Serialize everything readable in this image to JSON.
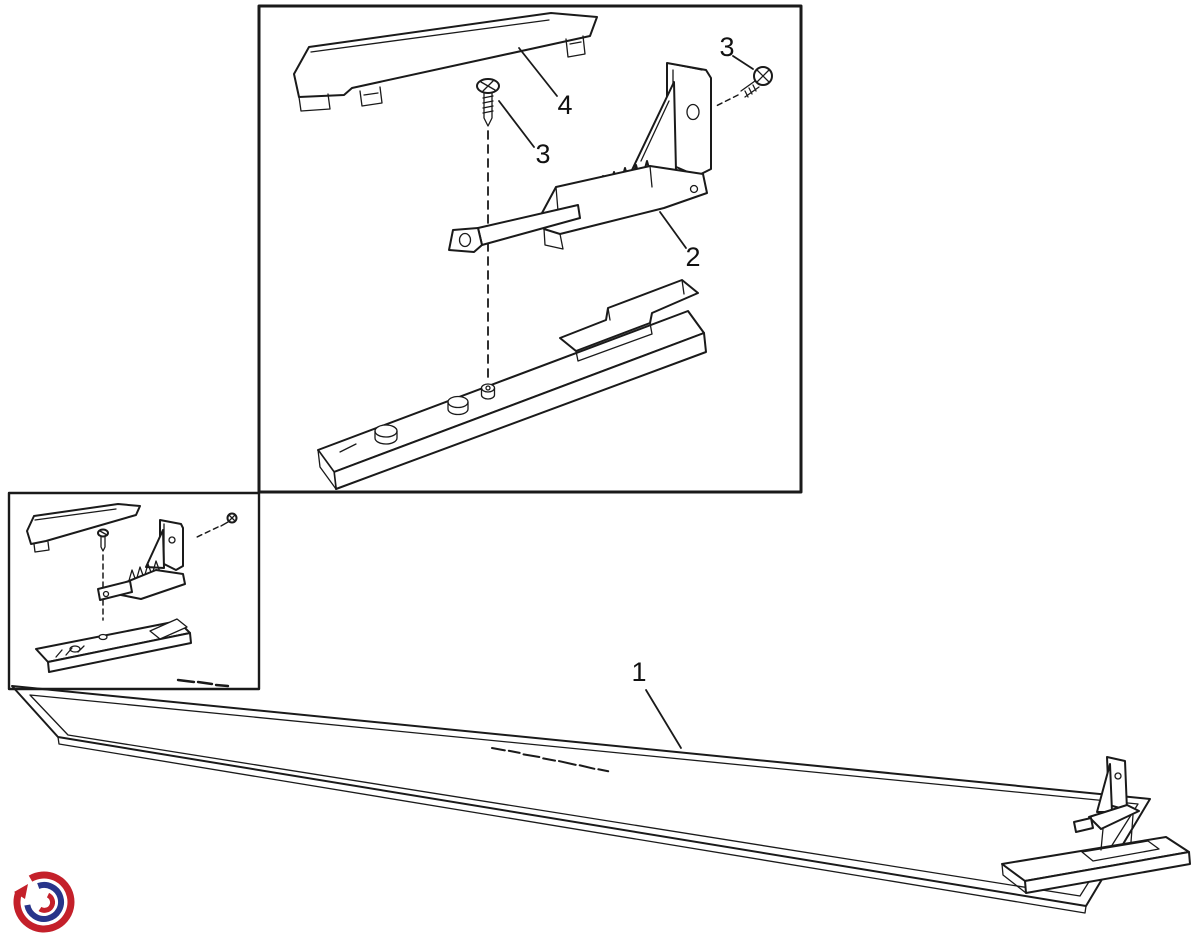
{
  "figure": {
    "type": "exploded-parts-diagram",
    "callouts": {
      "panel": "1",
      "bracket": "2",
      "screw_center": "3",
      "screw_right": "3",
      "cover": "4"
    },
    "colors": {
      "line": "#1a1a1a",
      "background": "#ffffff",
      "logo_red": "#c4202a",
      "logo_blue": "#28348a"
    }
  }
}
